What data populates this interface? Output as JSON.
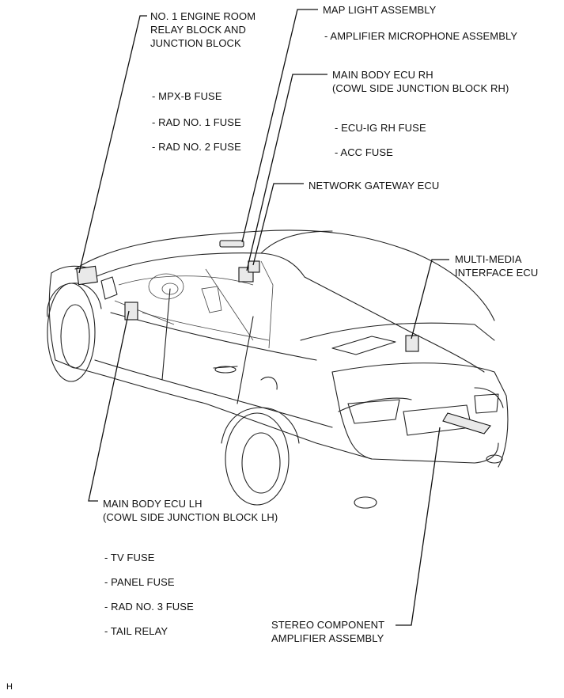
{
  "labels": {
    "engine_room_relay": "NO. 1 ENGINE ROOM\nRELAY BLOCK AND\nJUNCTION BLOCK",
    "map_light": "MAP LIGHT ASSEMBLY",
    "amp_mic": "- AMPLIFIER MICROPHONE ASSEMBLY",
    "main_body_rh": "MAIN BODY ECU RH\n(COWL SIDE JUNCTION BLOCK RH)",
    "ecu_ig_rh": "- ECU-IG RH FUSE",
    "acc_fuse": "- ACC FUSE",
    "mpx_b": "- MPX-B FUSE",
    "rad1": "- RAD NO. 1 FUSE",
    "rad2": "- RAD NO. 2 FUSE",
    "gateway": "NETWORK GATEWAY ECU",
    "multimedia": "MULTI-MEDIA\nINTERFACE ECU",
    "main_body_lh": "MAIN BODY ECU LH\n(COWL SIDE JUNCTION BLOCK LH)",
    "tv_fuse": "- TV FUSE",
    "panel_fuse": "- PANEL FUSE",
    "rad3": "- RAD NO. 3 FUSE",
    "tail_relay": "- TAIL RELAY",
    "stereo_amp": "STEREO COMPONENT\nAMPLIFIER ASSEMBLY",
    "corner_mark": "H"
  }
}
